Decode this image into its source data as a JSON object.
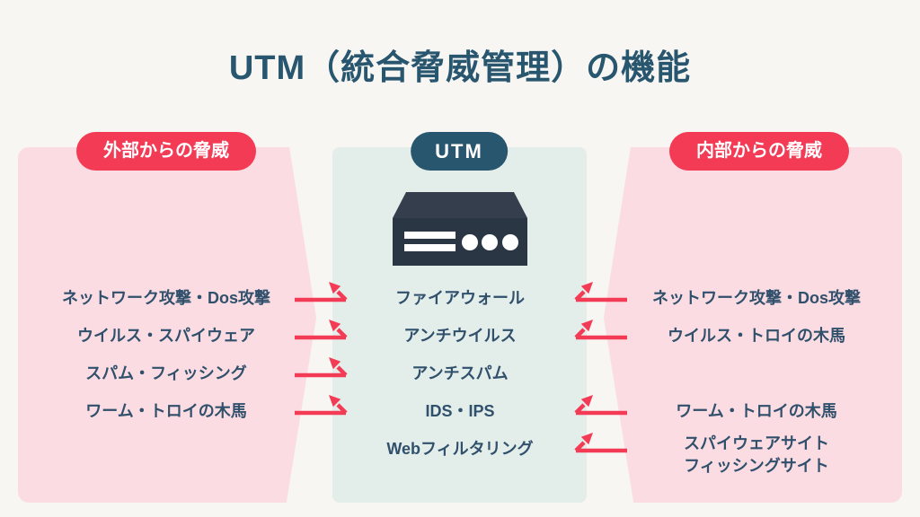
{
  "title": "UTM（統合脅威管理）の機能",
  "colors": {
    "background": "#f7f6f3",
    "threat_panel_pink": "#fbdce2",
    "utm_panel_teal": "#e3edea",
    "threat_badge_red": "#f43b55",
    "utm_badge_navy": "#29566f",
    "title_navy": "#29566f",
    "item_text_navy": "#30506c",
    "device_navy": "#2b3644",
    "arrow_red": "#f43b55"
  },
  "left_panel": {
    "label": "外部からの脅威",
    "items": [
      "ネットワーク攻撃・Dos攻撃",
      "ウイルス・スパイウェア",
      "スパム・フィッシング",
      "ワーム・トロイの木馬"
    ]
  },
  "center_panel": {
    "label": "UTM",
    "device_icon": "utm-appliance-icon",
    "items": [
      "ファイアウォール",
      "アンチウイルス",
      "アンチスパム",
      "IDS・IPS",
      "Webフィルタリング"
    ]
  },
  "right_panel": {
    "label": "内部からの脅威",
    "items": [
      "ネットワーク攻撃・Dos攻撃",
      "ウイルス・トロイの木馬",
      "ワーム・トロイの木馬",
      "スパイウェアサイト\nフィッシングサイト"
    ]
  }
}
